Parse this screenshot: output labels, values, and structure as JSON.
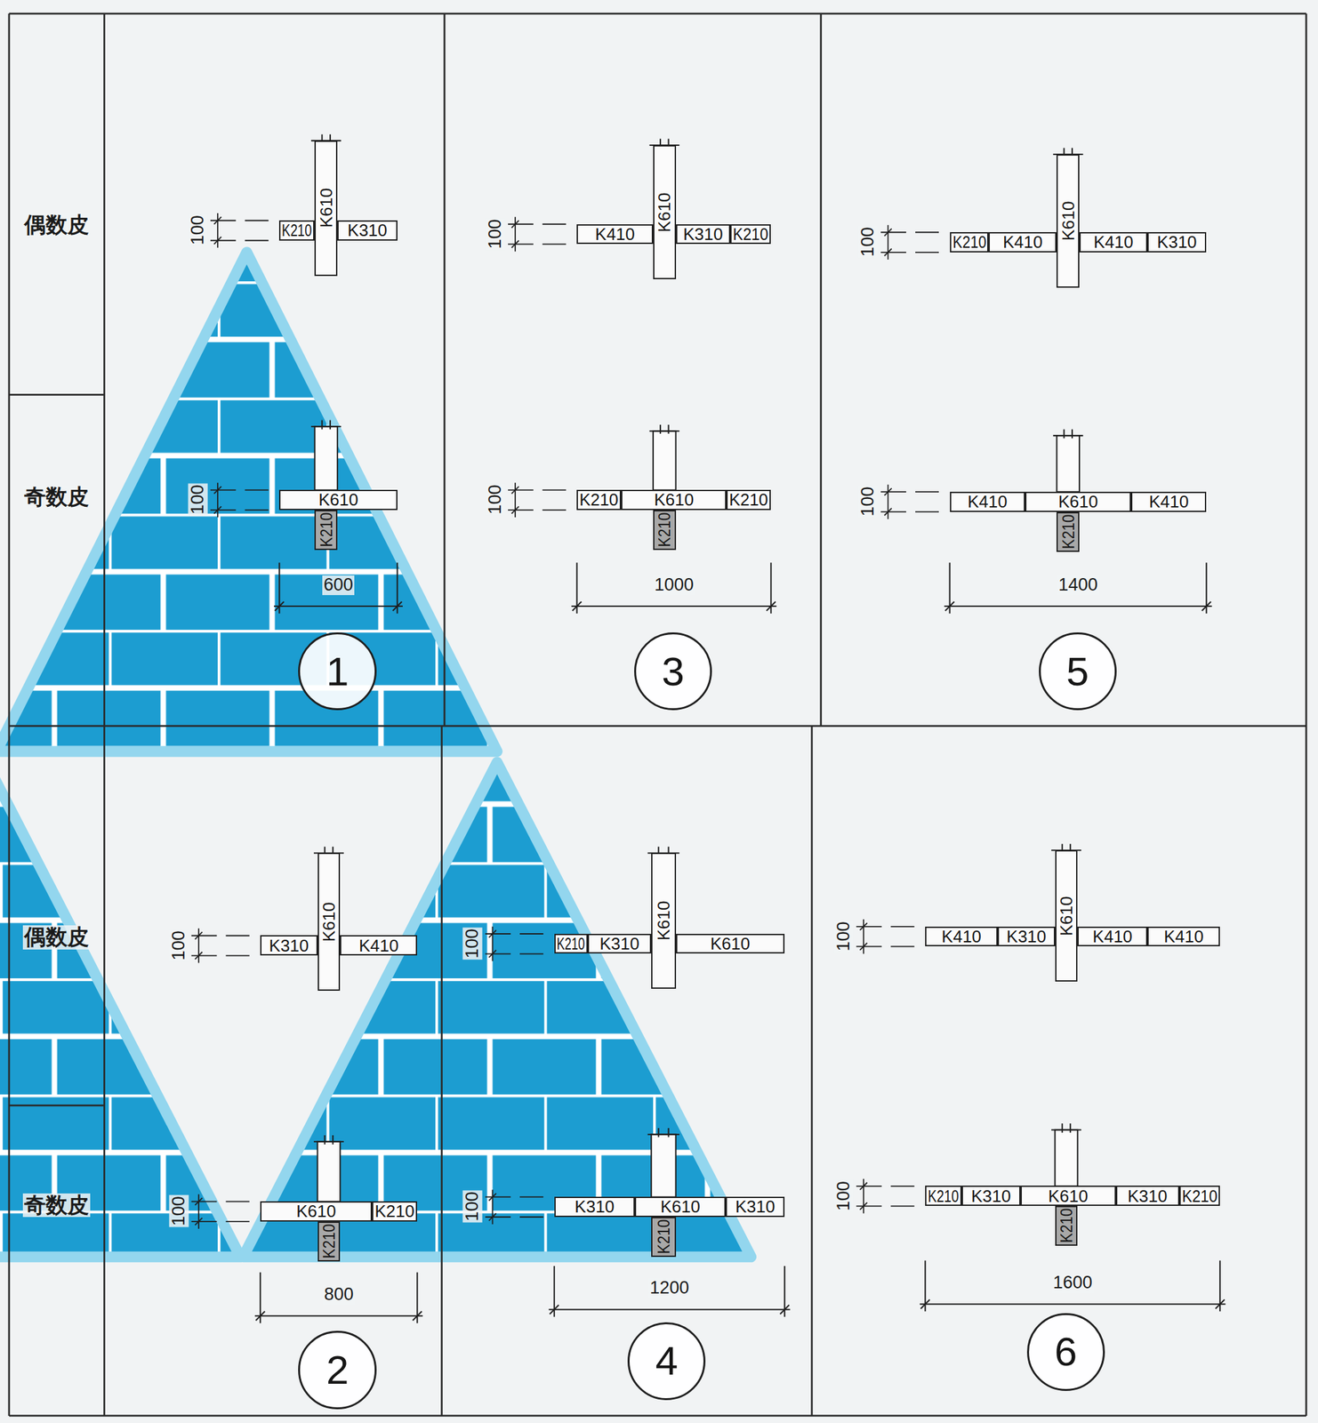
{
  "diagram": {
    "nodes": [
      {
        "text": [
          "K210"
        ]
      },
      {
        "text": [
          "K610"
        ]
      },
      {
        "text": [
          "K310"
        ]
      },
      {
        "text": [
          "K610"
        ]
      },
      {
        "text": [
          "K210"
        ]
      },
      {
        "text": [
          "1"
        ]
      },
      {
        "text": [
          "K410"
        ]
      },
      {
        "text": [
          "K610"
        ]
      },
      {
        "text": [
          "K310"
        ]
      },
      {
        "text": [
          "K210"
        ]
      },
      {
        "text": [
          "K210"
        ]
      },
      {
        "text": [
          "K610"
        ]
      },
      {
        "text": [
          "K210"
        ]
      },
      {
        "text": [
          "K210"
        ]
      },
      {
        "text": [
          "3"
        ]
      },
      {
        "text": [
          "K210"
        ]
      },
      {
        "text": [
          "K410"
        ]
      },
      {
        "text": [
          "K610"
        ]
      },
      {
        "text": [
          "K410"
        ]
      },
      {
        "text": [
          "K310"
        ]
      },
      {
        "text": [
          "K410"
        ]
      },
      {
        "text": [
          "K610"
        ]
      },
      {
        "text": [
          "K410"
        ]
      },
      {
        "text": [
          "K210"
        ]
      },
      {
        "text": [
          "5"
        ]
      },
      {
        "text": [
          "K310"
        ]
      },
      {
        "text": [
          "K610"
        ]
      },
      {
        "text": [
          "K410"
        ]
      },
      {
        "text": [
          "K610"
        ]
      },
      {
        "text": [
          "K210"
        ]
      },
      {
        "text": [
          "K210"
        ]
      },
      {
        "text": [
          "2"
        ]
      },
      {
        "text": [
          "K210"
        ]
      },
      {
        "text": [
          "K310"
        ]
      },
      {
        "text": [
          "K610"
        ]
      },
      {
        "text": [
          "K610"
        ]
      },
      {
        "text": [
          "K310"
        ]
      },
      {
        "text": [
          "K610"
        ]
      },
      {
        "text": [
          "K310"
        ]
      },
      {
        "text": [
          "K210"
        ]
      },
      {
        "text": [
          "4"
        ]
      },
      {
        "text": [
          "K410"
        ]
      },
      {
        "text": [
          "K310"
        ]
      },
      {
        "text": [
          "K610"
        ]
      },
      {
        "text": [
          "K410"
        ]
      },
      {
        "text": [
          "K410"
        ]
      },
      {
        "text": [
          "K210"
        ]
      },
      {
        "text": [
          "K310"
        ]
      },
      {
        "text": [
          "K610"
        ]
      },
      {
        "text": [
          "K310"
        ]
      },
      {
        "text": [
          "K210"
        ]
      },
      {
        "text": [
          "K210"
        ]
      },
      {
        "text": [
          "6"
        ]
      }
    ],
    "labels": [
      "偶数皮",
      "奇数皮",
      "偶数皮",
      "奇数皮",
      "100",
      "100",
      "600",
      "100",
      "100",
      "1000",
      "100",
      "100",
      "1400",
      "100",
      "100",
      "800",
      "100",
      "100",
      "1200",
      "100",
      "100",
      "1600"
    ]
  }
}
